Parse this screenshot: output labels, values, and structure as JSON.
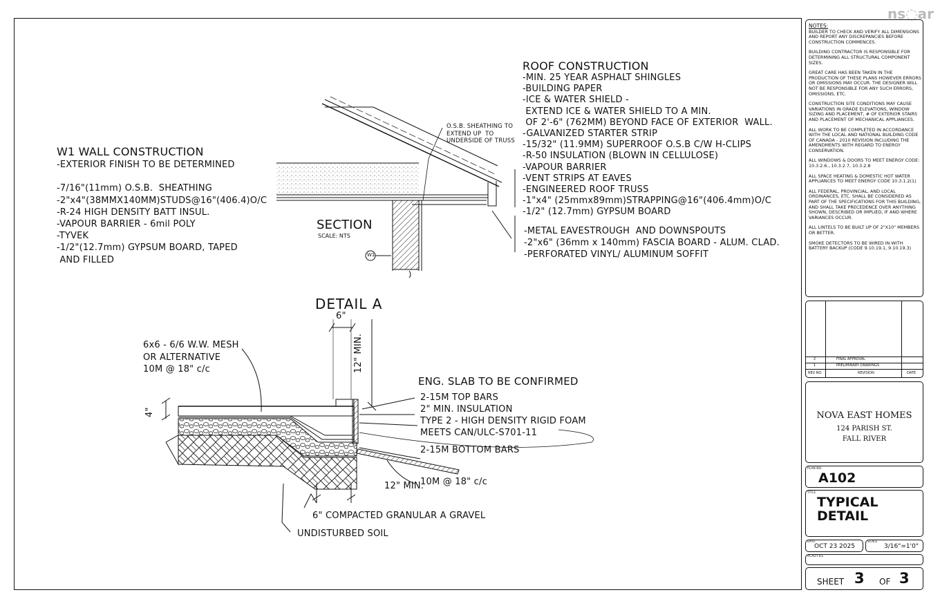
{
  "logo": {
    "text": "ns◌ar"
  },
  "notes": {
    "heading": "NOTES:",
    "items": [
      "BUILDER TO CHECK AND VERIFY ALL DIMENSIONS AND REPORT ANY DISCREPANCIES BEFORE CONSTRUCTION COMMENCES.",
      "BUILDING CONTRACTOR IS RESPONSIBLE FOR DETERMINING ALL STRUCTURAL COMPONENT SIZES.",
      "GREAT CARE HAS BEEN TAKEN IN THE PRODUCTION OF THESE PLANS HOWEVER ERRORS OR OMISSIONS MAY OCCUR. THE DESIGNER WILL NOT BE RESPONSIBLE FOR ANY SUCH ERRORS, OMISSIONS, ETC.",
      "CONSTRUCTION SITE CONDITIONS MAY CAUSE VARIATIONS IN GRADE ELEVATIONS, WINDOW SIZING AND PLACEMENT, # OF EXTERIOR STAIRS AND PLACEMENT OF MECHANICAL APPLIANCES.",
      "ALL WORK TO BE COMPLETED IN ACCORDANCE WITH THE LOCAL AND NATIONAL BUILDING CODE OF CANADA - 2010 REVISION INCLUDING THE AMENDMENTS WITH REGARD TO ENERGY CONSERVATION.",
      "ALL WINDOWS & DOORS TO MEET ENERGY CODE: 10.3.2.6., 10.3.2.7, 10.3.2.8",
      "ALL SPACE HEATING & DOMESTIC HOT WATER APPLIANCES TO MEET ENERGY CODE 10.3.1.2(1)",
      "ALL FEDERAL, PROVINCIAL, AND LOCAL ORDINANCES, ETC. SHALL BE CONSIDERED AS PART OF THE SPECIFICATIONS FOR THIS BUILDING, AND SHALL TAKE PRECEDENCE OVER ANYTHING SHOWN, DESCRIBED OR IMPLIED, IF AND WHERE VARIANCES OCCUR.",
      "ALL LINTELS TO BE BUILT UP OF 2\"X10\" MEMBERS OR BETTER.",
      "SMOKE DETECTORS TO BE WIRED IN WITH BATTERY BACKUP (CODE 9.10.19.1, 9.10.19.3)"
    ]
  },
  "revisions": {
    "rows": [
      {
        "no": "2",
        "text": "FINAL APPROVAL"
      },
      {
        "no": "1",
        "text": "PRELIMINARY DRAWINGS"
      }
    ],
    "headers": {
      "no": "REV NO.",
      "revision": "REVISION",
      "date": "DATE"
    }
  },
  "client": {
    "name": "NOVA EAST HOMES",
    "street": "124 PARISH ST.",
    "city": "FALL RIVER"
  },
  "plan": {
    "label": "PLAN NO.",
    "value": "A102"
  },
  "title_block": {
    "label": "TITLE",
    "line1": "TYPICAL",
    "line2": "DETAIL"
  },
  "date_block": {
    "label": "DATE",
    "value": "OCT 23 2025"
  },
  "scale_block": {
    "label": "SCALE",
    "value": "3/16\"=1'0\""
  },
  "acad": {
    "label": "ACAD FILE"
  },
  "sheet": {
    "label": "SHEET",
    "number": "3",
    "of_label": "OF",
    "total": "3"
  },
  "roof": {
    "title": "ROOF CONSTRUCTION",
    "lines": [
      "-MIN. 25 YEAR ASPHALT SHINGLES",
      "-BUILDING PAPER",
      "-ICE & WATER SHIELD -",
      " EXTEND ICE & WATER SHIELD TO A MIN.",
      " OF 2'-6\" (762MM) BEYOND FACE OF EXTERIOR  WALL.",
      "-GALVANIZED STARTER STRIP",
      "-15/32\" (11.9MM) SUPERROOF O.S.B C/W H-CLIPS",
      "-R-50 INSULATION (BLOWN IN CELLULOSE)",
      "-VAPOUR BARRIER",
      "-VENT STRIPS AT EAVES",
      "-ENGINEERED ROOF TRUSS",
      "-1\"x4\" (25mmx89mm)STRAPPING@16\"(406.4mm)O/C",
      "-1/2\" (12.7mm) GYPSUM BOARD"
    ],
    "eaves_lines": [
      "-METAL EAVESTROUGH  AND DOWNSPOUTS",
      "-2\"x6\" (36mm x 140mm) FASCIA BOARD - ALUM. CLAD.",
      "-PERFORATED VINYL/ ALUMINUM SOFFIT"
    ],
    "osb_note": [
      "O.S.B. SHEATHING TO",
      "EXTEND UP  TO",
      "UNDERSIDE OF TRUSS"
    ]
  },
  "wall": {
    "title": "W1 WALL CONSTRUCTION",
    "lines": [
      "-EXTERIOR FINISH TO BE DETERMINED",
      "",
      "-7/16\"(11mm) O.S.B.  SHEATHING",
      "-2\"x4\"(38MMX140MM)STUDS@16\"(406.4)O/C",
      "-R-24 HIGH DENSITY BATT INSUL.",
      "-VAPOUR BARRIER - 6mil POLY",
      "-TYVEK",
      "-1/2\"(12.7mm) GYPSUM BOARD, TAPED",
      " AND FILLED"
    ]
  },
  "section": {
    "title": "SECTION",
    "scale": "SCALE: NTS",
    "tag": "W1"
  },
  "detail": {
    "title": "DETAIL A",
    "mesh": [
      "6x6 - 6/6 W.W. MESH",
      "OR ALTERNATIVE",
      "10M @ 18\" c/c"
    ],
    "slab": "ENG. SLAB TO BE CONFIRMED",
    "bars": [
      "2-15M TOP BARS",
      "2\" MIN. INSULATION",
      "TYPE 2 - HIGH DENSITY RIGID FOAM",
      "MEETS CAN/ULC-S701-11"
    ],
    "bottom_bars": "2-15M BOTTOM BARS",
    "dim_6": "6\"",
    "dim_12min_v": "12\" MIN.",
    "dim_4": "4\"",
    "dim_12min_h": "12\" MIN.",
    "rebar": "10M @ 18\" c/c",
    "gravel": "6\" COMPACTED GRANULAR A GRAVEL",
    "soil": "UNDISTURBED SOIL"
  }
}
